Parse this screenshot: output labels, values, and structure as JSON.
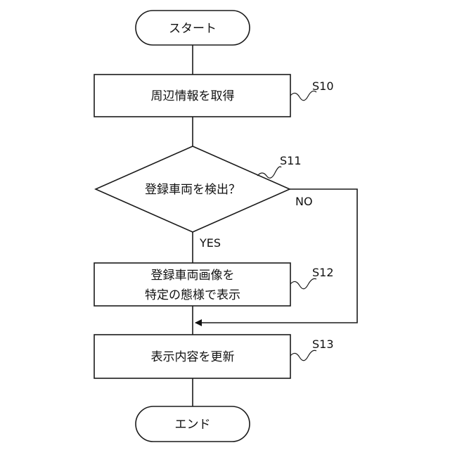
{
  "flowchart": {
    "start": {
      "label": "スタート"
    },
    "step_s10": {
      "label": "周辺情報を取得",
      "tag": "S10"
    },
    "decision_s11": {
      "label": "登録車両を検出？",
      "tag": "S11",
      "yes_label": "YES",
      "no_label": "NO"
    },
    "step_s12": {
      "line1": "登録車両画像を",
      "line2": "特定の態様で表示",
      "tag": "S12"
    },
    "step_s13": {
      "label": "表示内容を更新",
      "tag": "S13"
    },
    "end": {
      "label": "エンド"
    }
  }
}
